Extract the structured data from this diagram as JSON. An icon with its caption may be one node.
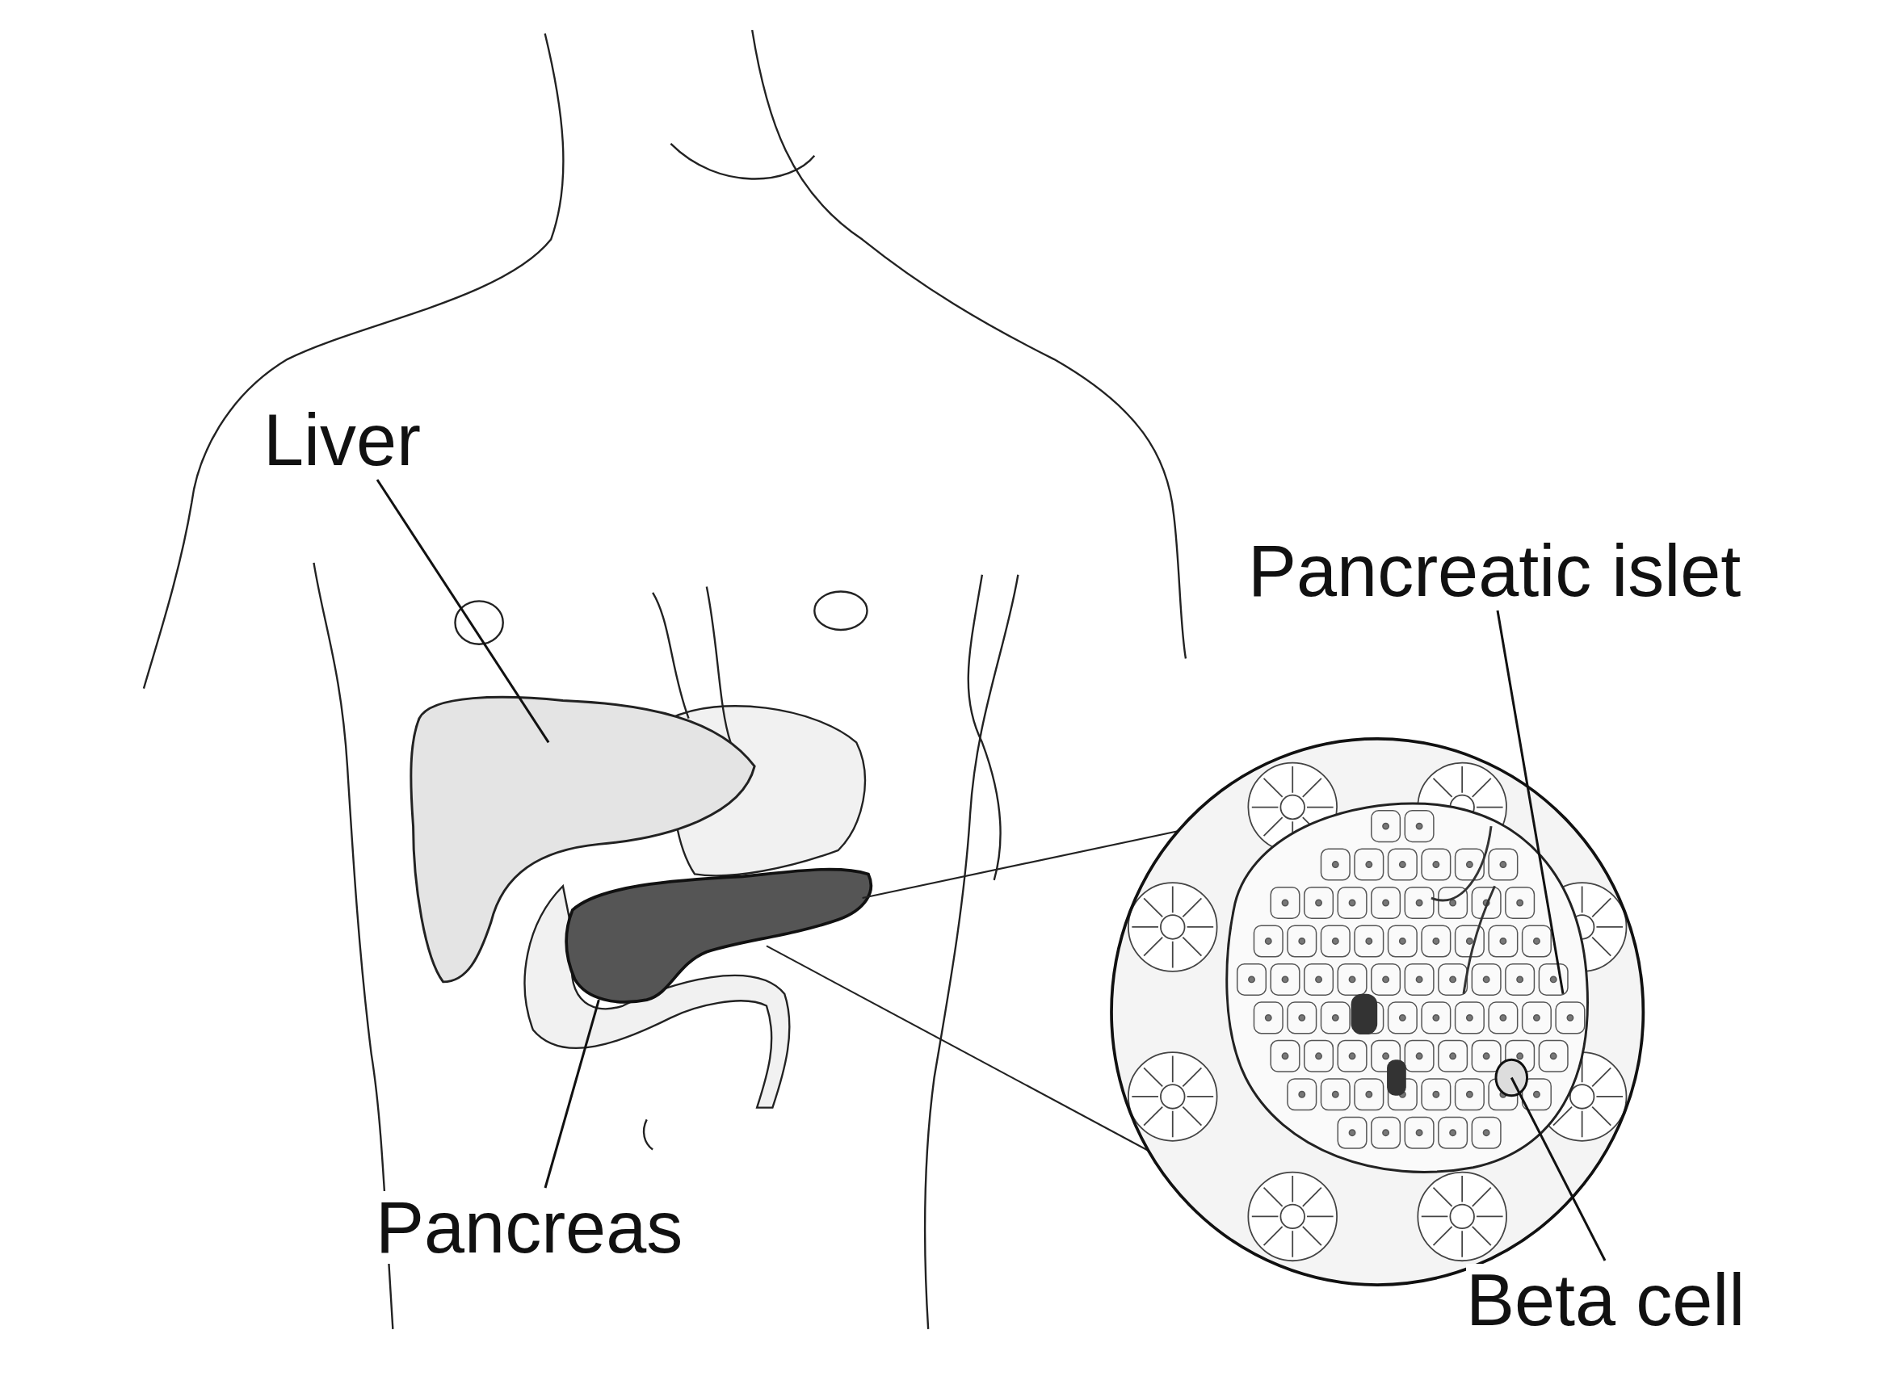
{
  "diagram": {
    "nodes": [
      {
        "text": [
          "Liver"
        ]
      },
      {
        "text": [],
        "shape": "picture"
      },
      {
        "text": [
          "Pancreas"
        ]
      },
      {
        "text": [],
        "shape": "picture"
      },
      {
        "text": [
          "Pancreatic islet"
        ]
      },
      {
        "text": [],
        "shape": "picture"
      },
      {
        "text": [
          "Beta cell"
        ]
      },
      {
        "text": [],
        "shape": "circle",
        "in": 5
      }
    ],
    "edges": [
      {
        "from": 0,
        "to": 1,
        "arrow": "none"
      },
      {
        "from": 2,
        "to": 3,
        "arrow": "none"
      },
      {
        "from": 4,
        "to": 5,
        "arrow": "none"
      },
      {
        "from": 6,
        "to": 7,
        "arrow": "none"
      }
    ]
  }
}
